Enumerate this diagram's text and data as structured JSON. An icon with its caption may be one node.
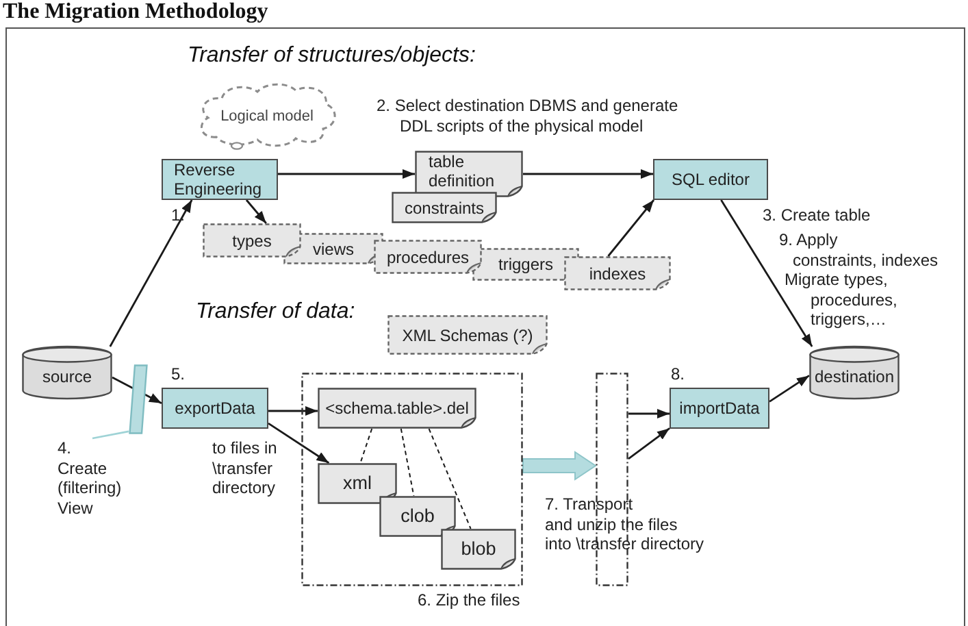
{
  "diagram": {
    "title": "The Migration Methodology",
    "nodes": [
      {
        "text": [
          "Logical model"
        ]
      },
      {
        "text": [
          "Reverse Engineering"
        ]
      },
      {
        "text": [
          "table definition"
        ]
      },
      {
        "text": [
          "constraints"
        ]
      },
      {
        "text": [
          "SQL editor"
        ]
      },
      {
        "text": [
          "types"
        ]
      },
      {
        "text": [
          "views"
        ]
      },
      {
        "text": [
          "procedures"
        ]
      },
      {
        "text": [
          "triggers"
        ]
      },
      {
        "text": [
          "indexes"
        ]
      },
      {
        "text": [
          "XML Schemas (?)"
        ]
      },
      {
        "text": [
          "source"
        ]
      },
      {
        "text": [],
        "shape": "bar"
      },
      {
        "text": [
          "4. Create (filtering) View"
        ]
      },
      {
        "text": [
          "exportData"
        ]
      },
      {
        "text": [],
        "shape": "box",
        "beside": [
          "6. Zip the files"
        ]
      },
      {
        "text": [
          "<schema.table>.del"
        ],
        "in": 15
      },
      {
        "text": [
          "xml"
        ],
        "in": 15
      },
      {
        "text": [
          "clob"
        ],
        "in": 15
      },
      {
        "text": [
          "blob"
        ],
        "in": 15
      },
      {
        "text": [],
        "shape": "box"
      },
      {
        "text": [
          "importData"
        ]
      },
      {
        "text": [
          "destination"
        ]
      }
    ],
    "edges": [
      {
        "from": 1,
        "to": 2,
        "arrow": "to"
      },
      {
        "from": 2,
        "to": 4,
        "arrow": "to"
      },
      {
        "from": 1,
        "to": 5,
        "arrow": "to"
      },
      {
        "from": 9,
        "to": 4,
        "arrow": "to"
      },
      {
        "from": 11,
        "to": 1,
        "arrow": "to"
      },
      {
        "from": 11,
        "to": 14,
        "arrow": "to"
      },
      {
        "from": 13,
        "to": 12,
        "arrow": "none",
        "color": "#9fd3d6"
      },
      {
        "from": 14,
        "to": 16,
        "arrow": "to"
      },
      {
        "from": 14,
        "to": 17,
        "arrow": "to"
      },
      {
        "from": 16,
        "to": 17,
        "arrow": "none",
        "style": "dashed"
      },
      {
        "from": 16,
        "to": 18,
        "arrow": "none",
        "style": "dashed"
      },
      {
        "from": 16,
        "to": 19,
        "arrow": "none",
        "style": "dashed"
      },
      {
        "from": 15,
        "to": 20,
        "arrow": "to",
        "style": "thick",
        "color": "#b4dcdf"
      },
      {
        "from": 20,
        "to": 21,
        "arrow": "to"
      },
      {
        "from": 20,
        "to": 21,
        "arrow": "to"
      },
      {
        "from": 21,
        "to": 22,
        "arrow": "to"
      },
      {
        "from": 4,
        "to": 22,
        "arrow": "to"
      }
    ],
    "labels": [
      "Transfer of structures/objects:",
      "2. Select destination DBMS and generate DDL scripts of the physical model",
      "1.",
      "3. Create table",
      "9. Apply constraints, indexes Migrate types, procedures, triggers,…",
      "Transfer of data:",
      "5.",
      "8.",
      "to files in \\transfer directory",
      "7. Transport and unzip the files into \\transfer directory"
    ]
  }
}
